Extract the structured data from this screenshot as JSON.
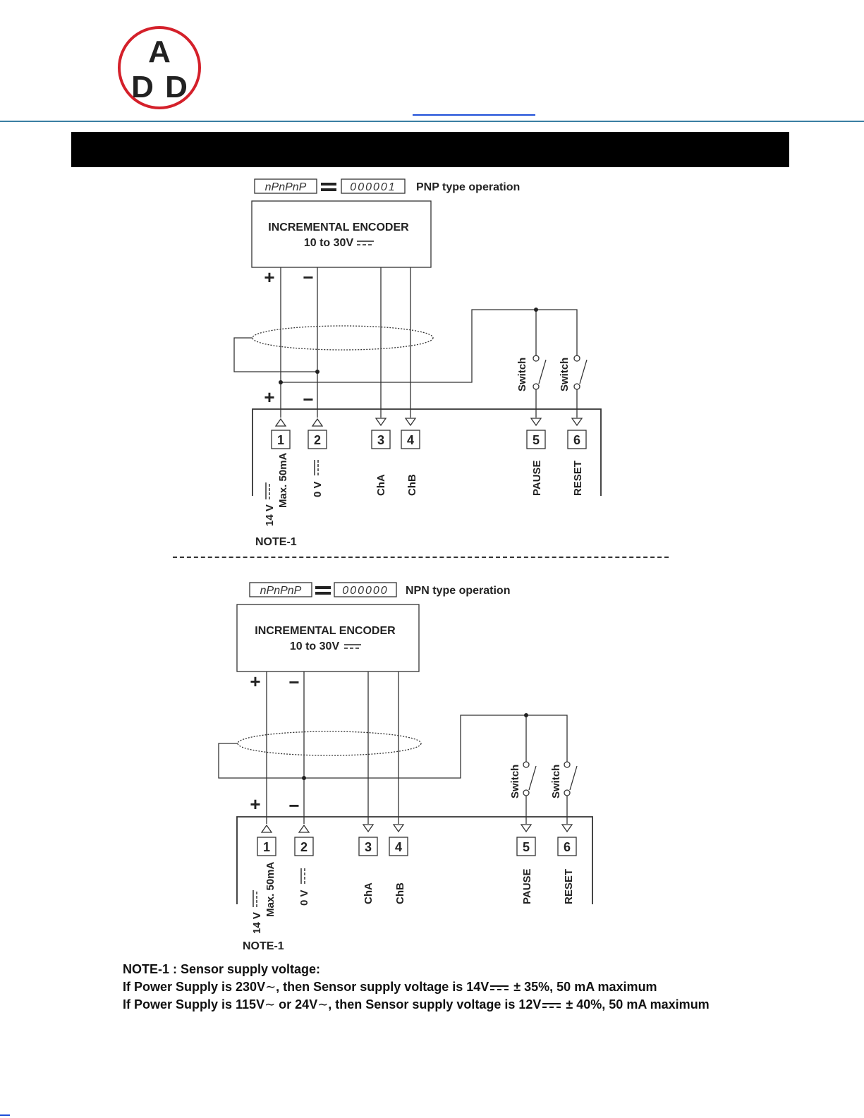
{
  "logo": {
    "letters": [
      "A",
      "D",
      "D"
    ],
    "ring_color": "#d4202a"
  },
  "colors": {
    "header_rule": "#3a7fa3",
    "link": "#1f4fd8",
    "banner": "#000000"
  },
  "pnp": {
    "display_left": "nPnPnP",
    "display_right": "000001",
    "operation_label": "PNP type operation",
    "encoder_line1": "INCREMENTAL ENCODER",
    "encoder_line2": "10 to 30V",
    "note_ref": "NOTE-1"
  },
  "npn": {
    "display_left": "nPnPnP",
    "display_right": "000000",
    "operation_label": "NPN type operation",
    "encoder_line1": "INCREMENTAL ENCODER",
    "encoder_line2": "10 to 30V",
    "note_ref": "NOTE-1"
  },
  "signs": {
    "plus": "+",
    "minus": "−"
  },
  "switch_label": "Switch",
  "terminals": [
    {
      "num": "1",
      "label": "Max. 50mA",
      "label2": "14 V"
    },
    {
      "num": "2",
      "label": "0 V"
    },
    {
      "num": "3",
      "label": "ChA"
    },
    {
      "num": "4",
      "label": "ChB"
    },
    {
      "num": "5",
      "label": "PAUSE"
    },
    {
      "num": "6",
      "label": "RESET"
    }
  ],
  "notes": {
    "title": "NOTE-1 : Sensor supply voltage:",
    "line1_a": "If Power Supply is 230V",
    "line1_b": ", then Sensor supply voltage is 14V",
    "line1_c": " ± 35%,  50 mA maximum",
    "line2_a": "If Power Supply is 115V",
    "line2_b": " or 24V",
    "line2_c": ", then Sensor supply voltage is 12V",
    "line2_d": " ± 40%, 50 mA maximum",
    "ac_symbol": "∼"
  }
}
